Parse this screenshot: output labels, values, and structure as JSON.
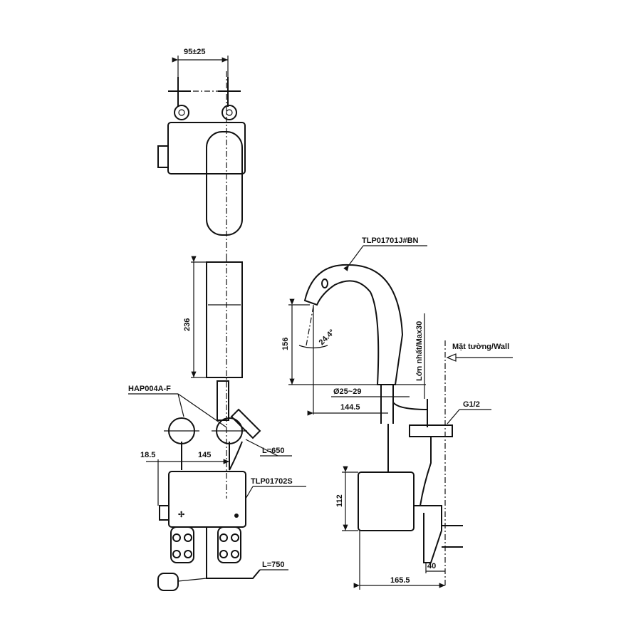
{
  "labels": {
    "valve_spacing": "95±25",
    "spout_height": "236",
    "angle_valve": "HAP004A-F",
    "offset_left": "18.5",
    "inlet_spacing": "145",
    "hose_length": "L=650",
    "control_box": "TLP01702S",
    "cord_length": "L=750",
    "faucet_model": "TLP01701J#BN",
    "outlet_height": "156",
    "sensor_angle": "24.4°",
    "hole_diameter": "Ø25~29",
    "spout_reach": "144.5",
    "max_thickness": "Lớn nhất/Max30",
    "wall": "Mặt tường/Wall",
    "thread": "G1/2",
    "box_height": "112",
    "box_depth": "165.5",
    "bracket_width": "40"
  }
}
